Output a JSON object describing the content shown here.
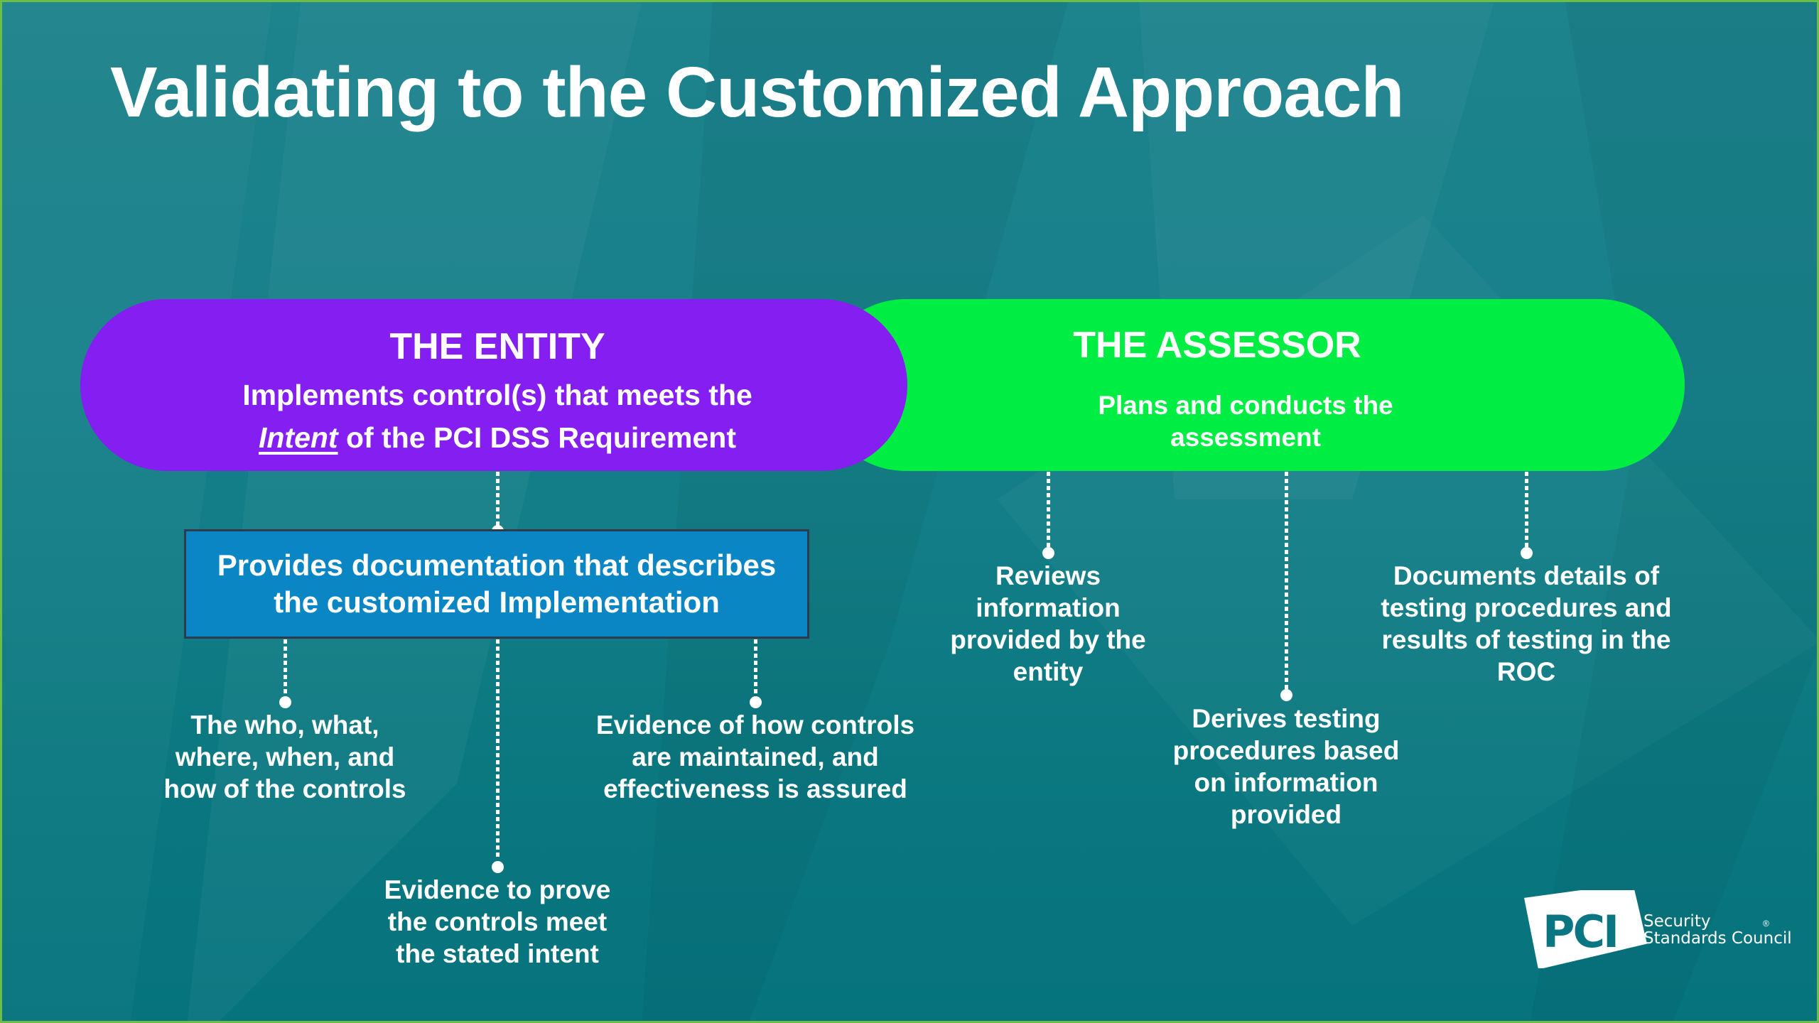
{
  "slide": {
    "title": "Validating to the Customized Approach",
    "colors": {
      "border": "#6CBE45",
      "background": "#16808A",
      "entity": "#841EF1",
      "assessor": "#00EE44",
      "documentation_box": "#0B86C4"
    }
  },
  "entity": {
    "heading": "THE ENTITY",
    "subtitle_line1": "Implements control(s) that meets the",
    "subtitle_intent": "Intent",
    "subtitle_line2_rest": " of the PCI DSS Requirement",
    "documentation": {
      "line1": "Provides documentation that describes",
      "line2": "the customized Implementation"
    },
    "branches": [
      {
        "lines": [
          "The who, what,",
          "where, when, and",
          "how of the controls"
        ]
      },
      {
        "lines": [
          "Evidence to prove",
          "the controls meet",
          "the stated intent"
        ]
      },
      {
        "lines": [
          "Evidence of how controls",
          "are maintained, and",
          "effectiveness is assured"
        ]
      }
    ]
  },
  "assessor": {
    "heading": "THE ASSESSOR",
    "subtitle_line1": "Plans and conducts the",
    "subtitle_line2": "assessment",
    "branches": [
      {
        "lines": [
          "Reviews",
          "information",
          "provided by the",
          "entity"
        ]
      },
      {
        "lines": [
          "Derives testing",
          "procedures based",
          "on information",
          "provided"
        ]
      },
      {
        "lines": [
          "Documents details of",
          "testing procedures and",
          "results of testing in the",
          "ROC"
        ]
      }
    ]
  },
  "logo": {
    "mark": "PCI",
    "line1": "Security",
    "line2": "Standards Council",
    "registered": "®"
  }
}
